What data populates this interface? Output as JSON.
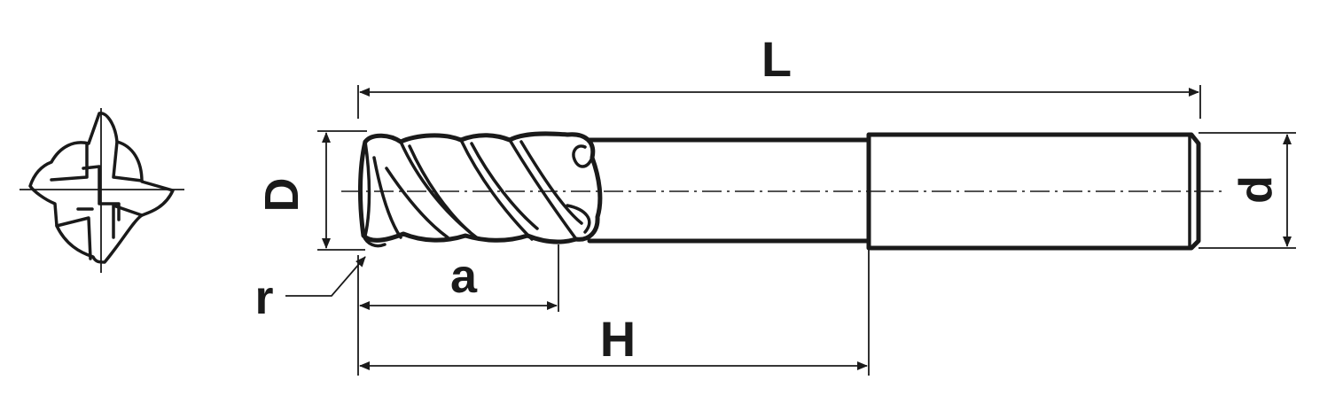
{
  "labels": {
    "overall_length": "L",
    "cutter_diameter": "D",
    "shank_diameter": "d",
    "flute_length": "a",
    "neck_length": "H",
    "corner_radius": "r"
  },
  "icons": {
    "end_view": "four-flute-end-view-icon",
    "tool_side_view": "end-mill-side-view-icon"
  },
  "colors": {
    "line": "#1a1a1a",
    "background": "#ffffff"
  }
}
